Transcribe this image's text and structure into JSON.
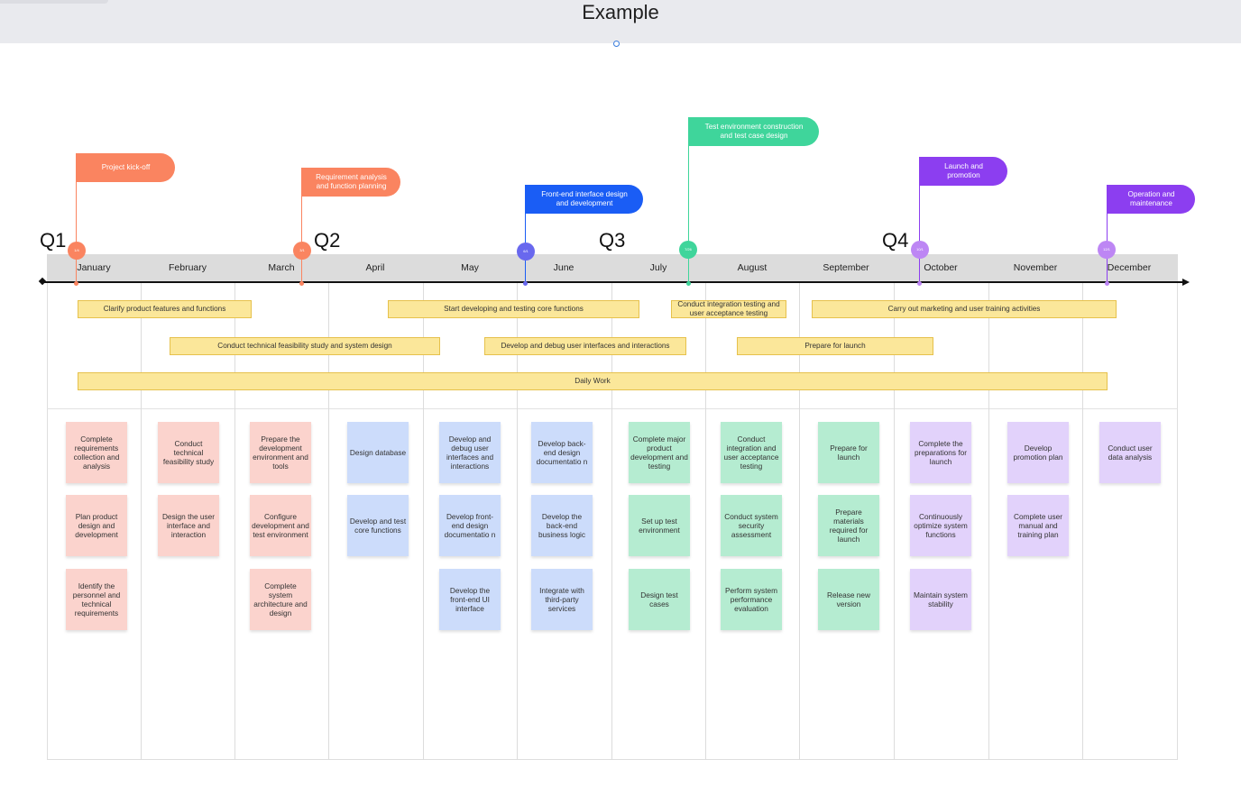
{
  "title": "Example",
  "colors": {
    "orange": "#fa8460",
    "blue": "#1a5df5",
    "green": "#3fd59b",
    "purple": "#8c3ef0",
    "lavender": "#bd86f4",
    "indigo": "#6968ee"
  },
  "quarters": [
    "Q1",
    "Q2",
    "Q3",
    "Q4"
  ],
  "months": [
    "January",
    "February",
    "March",
    "April",
    "May",
    "June",
    "July",
    "August",
    "September",
    "October",
    "November",
    "December"
  ],
  "milestones": [
    {
      "label": "Project kick-off",
      "date": "1/4"
    },
    {
      "label": "Requirement analysis and function planning",
      "date": "3/1"
    },
    {
      "label": "Front-end interface design and development",
      "date": "6/1"
    },
    {
      "label": "Test environment construction and test case design",
      "date": "7/26"
    },
    {
      "label": "Launch and promotion",
      "date": "10/1"
    },
    {
      "label": "Operation and maintenance",
      "date": "12/1"
    }
  ],
  "tasks": [
    "Clarify product features and functions",
    "Conduct technical feasibility study and system design",
    "Start developing and testing core functions",
    "Develop and debug user interfaces and interactions",
    "Conduct integration testing and user acceptance testing",
    "Prepare for launch",
    "Carry out marketing and user training activities",
    "Daily Work"
  ],
  "notes": {
    "january": [
      "Complete requirements collection and analysis",
      "Plan product design and development",
      "Identify the personnel and technical requirements"
    ],
    "february": [
      "Conduct technical feasibility study",
      "Design the user interface and interaction"
    ],
    "march": [
      "Prepare the development environment and tools",
      "Configure development and test environment",
      "Complete system architecture and design"
    ],
    "april": [
      "Design database",
      "Develop and test core functions"
    ],
    "may": [
      "Develop and debug user interfaces and interactions",
      "Develop front-end design documentatio n",
      "Develop the front-end UI interface"
    ],
    "june": [
      "Develop back-end design documentatio n",
      "Develop the back-end business logic",
      "Integrate with third-party services"
    ],
    "july": [
      "Complete major product development and testing",
      "Set up test environment",
      "Design test cases"
    ],
    "august": [
      "Conduct integration and user acceptance testing",
      "Conduct system security assessment",
      "Perform system performance evaluation"
    ],
    "september": [
      "Prepare for launch",
      "Prepare materials required for launch",
      "Release new version"
    ],
    "october": [
      "Complete the preparations for launch",
      "Continuously optimize system functions",
      "Maintain system stability"
    ],
    "november": [
      "Develop promotion plan",
      "Complete user manual and training plan"
    ],
    "december": [
      "Conduct user data analysis"
    ]
  }
}
